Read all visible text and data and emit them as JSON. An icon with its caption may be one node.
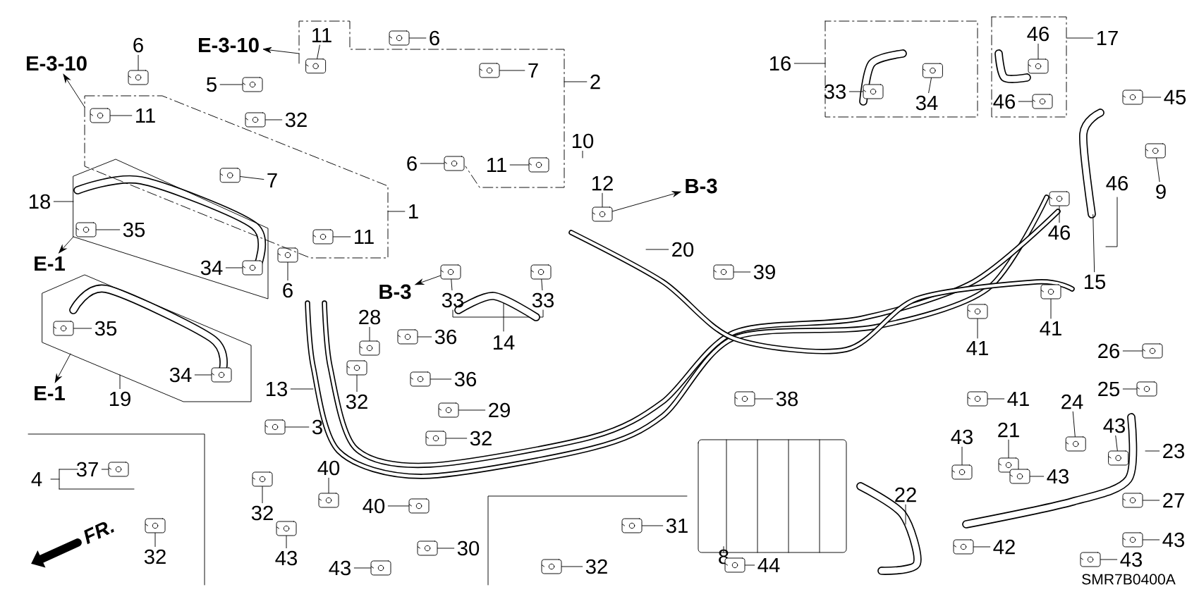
{
  "diagram": {
    "nodes": [
      {
        "text": [
          "E-3-10"
        ]
      },
      {
        "text": [
          "6"
        ]
      },
      {
        "text": [
          "11"
        ],
        "in": 142
      },
      {
        "text": [
          "E-3-10"
        ]
      },
      {
        "text": [
          "11"
        ],
        "in": 143
      },
      {
        "text": [
          "6"
        ],
        "in": 143
      },
      {
        "text": [
          "5"
        ]
      },
      {
        "text": [
          "32"
        ]
      },
      {
        "text": [
          "7"
        ],
        "in": 143
      },
      {
        "text": [
          "2"
        ]
      },
      {
        "text": [
          "6"
        ],
        "in": 143
      },
      {
        "text": [
          "11"
        ],
        "in": 143
      },
      {
        "text": [
          "7"
        ],
        "in": 142
      },
      {
        "text": [
          "10"
        ]
      },
      {
        "text": [
          "12"
        ]
      },
      {
        "text": [
          "B-3"
        ]
      },
      {
        "text": [
          "18"
        ]
      },
      {
        "text": [
          "1"
        ]
      },
      {
        "text": [
          "11"
        ],
        "in": 142
      },
      {
        "text": [
          "35"
        ],
        "in": 146
      },
      {
        "text": [
          "20"
        ]
      },
      {
        "text": [
          "E-1"
        ]
      },
      {
        "text": [
          "39"
        ]
      },
      {
        "text": [
          "34"
        ],
        "in": 146
      },
      {
        "text": [
          "6"
        ]
      },
      {
        "text": [
          "16"
        ]
      },
      {
        "text": [
          "33"
        ],
        "in": 144
      },
      {
        "text": [
          "34"
        ],
        "in": 144
      },
      {
        "text": [
          "46"
        ],
        "in": 145
      },
      {
        "text": [
          "17"
        ]
      },
      {
        "text": [
          "46"
        ],
        "in": 145
      },
      {
        "text": [
          "45"
        ]
      },
      {
        "text": [
          "9"
        ]
      },
      {
        "text": [
          "46"
        ]
      },
      {
        "text": [
          "46"
        ]
      },
      {
        "text": [
          "15"
        ]
      },
      {
        "text": [
          "B-3"
        ]
      },
      {
        "text": [
          "33"
        ]
      },
      {
        "text": [
          "33"
        ]
      },
      {
        "text": [
          "14"
        ]
      },
      {
        "text": [
          "28"
        ]
      },
      {
        "text": [
          "36"
        ]
      },
      {
        "text": [
          "41"
        ]
      },
      {
        "text": [
          "41"
        ]
      },
      {
        "text": [
          "26"
        ]
      },
      {
        "text": [
          "35"
        ],
        "in": 147
      },
      {
        "text": [
          "13"
        ]
      },
      {
        "text": [
          "32"
        ]
      },
      {
        "text": [
          "36"
        ]
      },
      {
        "text": [
          "34"
        ],
        "in": 147
      },
      {
        "text": [
          "E-1"
        ]
      },
      {
        "text": [
          "19"
        ]
      },
      {
        "text": [
          "25"
        ]
      },
      {
        "text": [
          "38"
        ]
      },
      {
        "text": [
          "41"
        ]
      },
      {
        "text": [
          "24"
        ]
      },
      {
        "text": [
          "29"
        ]
      },
      {
        "text": [
          "3"
        ]
      },
      {
        "text": [
          "43"
        ]
      },
      {
        "text": [
          "21"
        ]
      },
      {
        "text": [
          "43"
        ]
      },
      {
        "text": [
          "32"
        ]
      },
      {
        "text": [
          "23"
        ]
      },
      {
        "text": [
          "40"
        ]
      },
      {
        "text": [
          "4"
        ]
      },
      {
        "text": [
          "37"
        ]
      },
      {
        "text": [
          "43"
        ]
      },
      {
        "text": [
          "22"
        ]
      },
      {
        "text": [
          "27"
        ]
      },
      {
        "text": [
          "40"
        ]
      },
      {
        "text": [
          "32"
        ]
      },
      {
        "text": [
          "31"
        ]
      },
      {
        "text": [
          "43"
        ]
      },
      {
        "text": [
          "42"
        ]
      },
      {
        "text": [
          "30"
        ]
      },
      {
        "text": [
          "8"
        ]
      },
      {
        "text": [
          "32"
        ]
      },
      {
        "text": [
          "43"
        ]
      },
      {
        "text": [
          "43"
        ]
      },
      {
        "text": [
          "44"
        ]
      },
      {
        "text": [
          "32"
        ]
      },
      {
        "text": [
          "43"
        ]
      },
      {
        "text": [],
        "shape": "picture"
      },
      {
        "text": [],
        "shape": "picture",
        "in": 142
      },
      {
        "text": [],
        "shape": "picture",
        "in": 143
      },
      {
        "text": [],
        "shape": "picture",
        "in": 143
      },
      {
        "text": [],
        "shape": "picture"
      },
      {
        "text": [],
        "shape": "picture"
      },
      {
        "text": [],
        "shape": "picture",
        "in": 143
      },
      {
        "text": [],
        "shape": "picture",
        "in": 143
      },
      {
        "text": [],
        "shape": "picture",
        "in": 143
      },
      {
        "text": [],
        "shape": "picture",
        "in": 142
      },
      {
        "text": [],
        "shape": "picture"
      },
      {
        "text": [],
        "shape": "picture",
        "in": 142
      },
      {
        "text": [],
        "shape": "picture",
        "in": 146
      },
      {
        "text": [],
        "shape": "picture"
      },
      {
        "text": [],
        "shape": "picture",
        "in": 146
      },
      {
        "text": [],
        "shape": "picture"
      },
      {
        "text": [],
        "shape": "picture",
        "in": 144
      },
      {
        "text": [],
        "shape": "picture",
        "in": 144
      },
      {
        "text": [],
        "shape": "picture",
        "in": 145
      },
      {
        "text": [],
        "shape": "picture",
        "in": 145
      },
      {
        "text": [],
        "shape": "picture"
      },
      {
        "text": [],
        "shape": "picture"
      },
      {
        "text": [],
        "shape": "picture"
      },
      {
        "text": [],
        "shape": "picture"
      },
      {
        "text": [],
        "shape": "picture"
      },
      {
        "text": [],
        "shape": "picture"
      },
      {
        "text": [],
        "shape": "picture"
      },
      {
        "text": [],
        "shape": "picture"
      },
      {
        "text": [],
        "shape": "picture"
      },
      {
        "text": [],
        "shape": "picture"
      },
      {
        "text": [],
        "shape": "picture",
        "in": 147
      },
      {
        "text": [],
        "shape": "picture"
      },
      {
        "text": [],
        "shape": "picture"
      },
      {
        "text": [],
        "shape": "picture",
        "in": 147
      },
      {
        "text": [],
        "shape": "picture"
      },
      {
        "text": [],
        "shape": "picture"
      },
      {
        "text": [],
        "shape": "picture"
      },
      {
        "text": [],
        "shape": "picture"
      },
      {
        "text": [],
        "shape": "picture"
      },
      {
        "text": [],
        "shape": "picture"
      },
      {
        "text": [],
        "shape": "picture"
      },
      {
        "text": [],
        "shape": "picture"
      },
      {
        "text": [],
        "shape": "picture"
      },
      {
        "text": [],
        "shape": "picture"
      },
      {
        "text": [],
        "shape": "picture"
      },
      {
        "text": [],
        "shape": "picture"
      },
      {
        "text": [],
        "shape": "picture"
      },
      {
        "text": [],
        "shape": "picture"
      },
      {
        "text": [],
        "shape": "picture"
      },
      {
        "text": [],
        "shape": "picture"
      },
      {
        "text": [],
        "shape": "picture"
      },
      {
        "text": [],
        "shape": "picture"
      },
      {
        "text": [],
        "shape": "picture"
      },
      {
        "text": [],
        "shape": "picture"
      },
      {
        "text": [],
        "shape": "picture"
      },
      {
        "text": [],
        "shape": "picture"
      },
      {
        "text": [],
        "shape": "picture"
      },
      {
        "text": [],
        "shape": "picture"
      },
      {
        "text": [],
        "shape": "picture"
      },
      {
        "text": [],
        "shape": "picture"
      },
      {
        "text": [],
        "shape": "box"
      },
      {
        "text": [],
        "shape": "box"
      },
      {
        "text": [],
        "shape": "box"
      },
      {
        "text": [],
        "shape": "box"
      },
      {
        "text": [],
        "shape": "box"
      },
      {
        "text": [],
        "shape": "box"
      },
      {
        "text": [],
        "shape": "picture"
      }
    ],
    "edges": [
      {
        "from": 142,
        "to": 0,
        "arrow": "to"
      },
      {
        "from": 1,
        "to": 82,
        "arrow": "none"
      },
      {
        "from": 2,
        "to": 83,
        "arrow": "none"
      },
      {
        "from": 143,
        "to": 3,
        "arrow": "to"
      },
      {
        "from": 4,
        "to": 84,
        "arrow": "none"
      },
      {
        "from": 5,
        "to": 85,
        "arrow": "none"
      },
      {
        "from": 6,
        "to": 86,
        "arrow": "none"
      },
      {
        "from": 7,
        "to": 87,
        "arrow": "none"
      },
      {
        "from": 8,
        "to": 88,
        "arrow": "none"
      },
      {
        "from": 9,
        "to": 143,
        "arrow": "none"
      },
      {
        "from": 10,
        "to": 89,
        "arrow": "none"
      },
      {
        "from": 11,
        "to": 90,
        "arrow": "none"
      },
      {
        "from": 12,
        "to": 91,
        "arrow": "none"
      },
      {
        "from": 13,
        "to": null,
        "arrow": "none"
      },
      {
        "from": 14,
        "to": 92,
        "arrow": "none"
      },
      {
        "from": 92,
        "to": 15,
        "arrow": "to"
      },
      {
        "from": 16,
        "to": 146,
        "arrow": "none"
      },
      {
        "from": 17,
        "to": 142,
        "arrow": "none"
      },
      {
        "from": 18,
        "to": 93,
        "arrow": "none"
      },
      {
        "from": 19,
        "to": 94,
        "arrow": "none"
      },
      {
        "from": 20,
        "to": null,
        "arrow": "none"
      },
      {
        "from": 146,
        "to": 21,
        "arrow": "to"
      },
      {
        "from": 22,
        "to": 95,
        "arrow": "none"
      },
      {
        "from": 23,
        "to": 96,
        "arrow": "none"
      },
      {
        "from": 24,
        "to": 97,
        "arrow": "none"
      },
      {
        "from": 25,
        "to": 144,
        "arrow": "none"
      },
      {
        "from": 26,
        "to": 98,
        "arrow": "none"
      },
      {
        "from": 27,
        "to": 99,
        "arrow": "none"
      },
      {
        "from": 28,
        "to": 100,
        "arrow": "none"
      },
      {
        "from": 29,
        "to": 145,
        "arrow": "none"
      },
      {
        "from": 30,
        "to": 101,
        "arrow": "none"
      },
      {
        "from": 31,
        "to": 102,
        "arrow": "none"
      },
      {
        "from": 32,
        "to": 103,
        "arrow": "none"
      },
      {
        "from": 34,
        "to": 104,
        "arrow": "none"
      },
      {
        "from": 35,
        "to": 148,
        "arrow": "none"
      },
      {
        "from": 105,
        "to": 36,
        "arrow": "to"
      },
      {
        "from": 37,
        "to": 105,
        "arrow": "none"
      },
      {
        "from": 38,
        "to": 106,
        "arrow": "none"
      },
      {
        "from": 40,
        "to": 107,
        "arrow": "none"
      },
      {
        "from": 41,
        "to": 108,
        "arrow": "none"
      },
      {
        "from": 42,
        "to": 109,
        "arrow": "none"
      },
      {
        "from": 43,
        "to": 110,
        "arrow": "none"
      },
      {
        "from": 44,
        "to": 111,
        "arrow": "none"
      },
      {
        "from": 45,
        "to": 112,
        "arrow": "none"
      },
      {
        "from": 46,
        "to": null,
        "arrow": "none"
      },
      {
        "from": 47,
        "to": 113,
        "arrow": "none"
      },
      {
        "from": 48,
        "to": 114,
        "arrow": "none"
      },
      {
        "from": 49,
        "to": 115,
        "arrow": "none"
      },
      {
        "from": 147,
        "to": 50,
        "arrow": "to"
      },
      {
        "from": 51,
        "to": 147,
        "arrow": "none"
      },
      {
        "from": 52,
        "to": 116,
        "arrow": "none"
      },
      {
        "from": 53,
        "to": 117,
        "arrow": "none"
      },
      {
        "from": 54,
        "to": 118,
        "arrow": "none"
      },
      {
        "from": 55,
        "to": 119,
        "arrow": "none"
      },
      {
        "from": 56,
        "to": 120,
        "arrow": "none"
      },
      {
        "from": 57,
        "to": 121,
        "arrow": "none"
      },
      {
        "from": 58,
        "to": 122,
        "arrow": "none"
      },
      {
        "from": 59,
        "to": 123,
        "arrow": "none"
      },
      {
        "from": 60,
        "to": 124,
        "arrow": "none"
      },
      {
        "from": 61,
        "to": 125,
        "arrow": "none"
      },
      {
        "from": 62,
        "to": null,
        "arrow": "none"
      },
      {
        "from": 63,
        "to": 126,
        "arrow": "none"
      },
      {
        "from": 65,
        "to": 127,
        "arrow": "none"
      },
      {
        "from": 66,
        "to": 128,
        "arrow": "none"
      },
      {
        "from": 67,
        "to": null,
        "arrow": "none"
      },
      {
        "from": 68,
        "to": 129,
        "arrow": "none"
      },
      {
        "from": 69,
        "to": 130,
        "arrow": "none"
      },
      {
        "from": 70,
        "to": 131,
        "arrow": "none"
      },
      {
        "from": 71,
        "to": 132,
        "arrow": "none"
      },
      {
        "from": 72,
        "to": 133,
        "arrow": "none"
      },
      {
        "from": 73,
        "to": 134,
        "arrow": "none"
      },
      {
        "from": 74,
        "to": 135,
        "arrow": "none"
      },
      {
        "from": 75,
        "to": null,
        "arrow": "none"
      },
      {
        "from": 76,
        "to": 136,
        "arrow": "none"
      },
      {
        "from": 77,
        "to": 137,
        "arrow": "none"
      },
      {
        "from": 78,
        "to": 138,
        "arrow": "none"
      },
      {
        "from": 79,
        "to": 139,
        "arrow": "none"
      },
      {
        "from": 80,
        "to": 140,
        "arrow": "none"
      },
      {
        "from": 81,
        "to": 141,
        "arrow": "none"
      }
    ],
    "labels": [
      "FR.",
      "SMR7B0400A"
    ]
  }
}
